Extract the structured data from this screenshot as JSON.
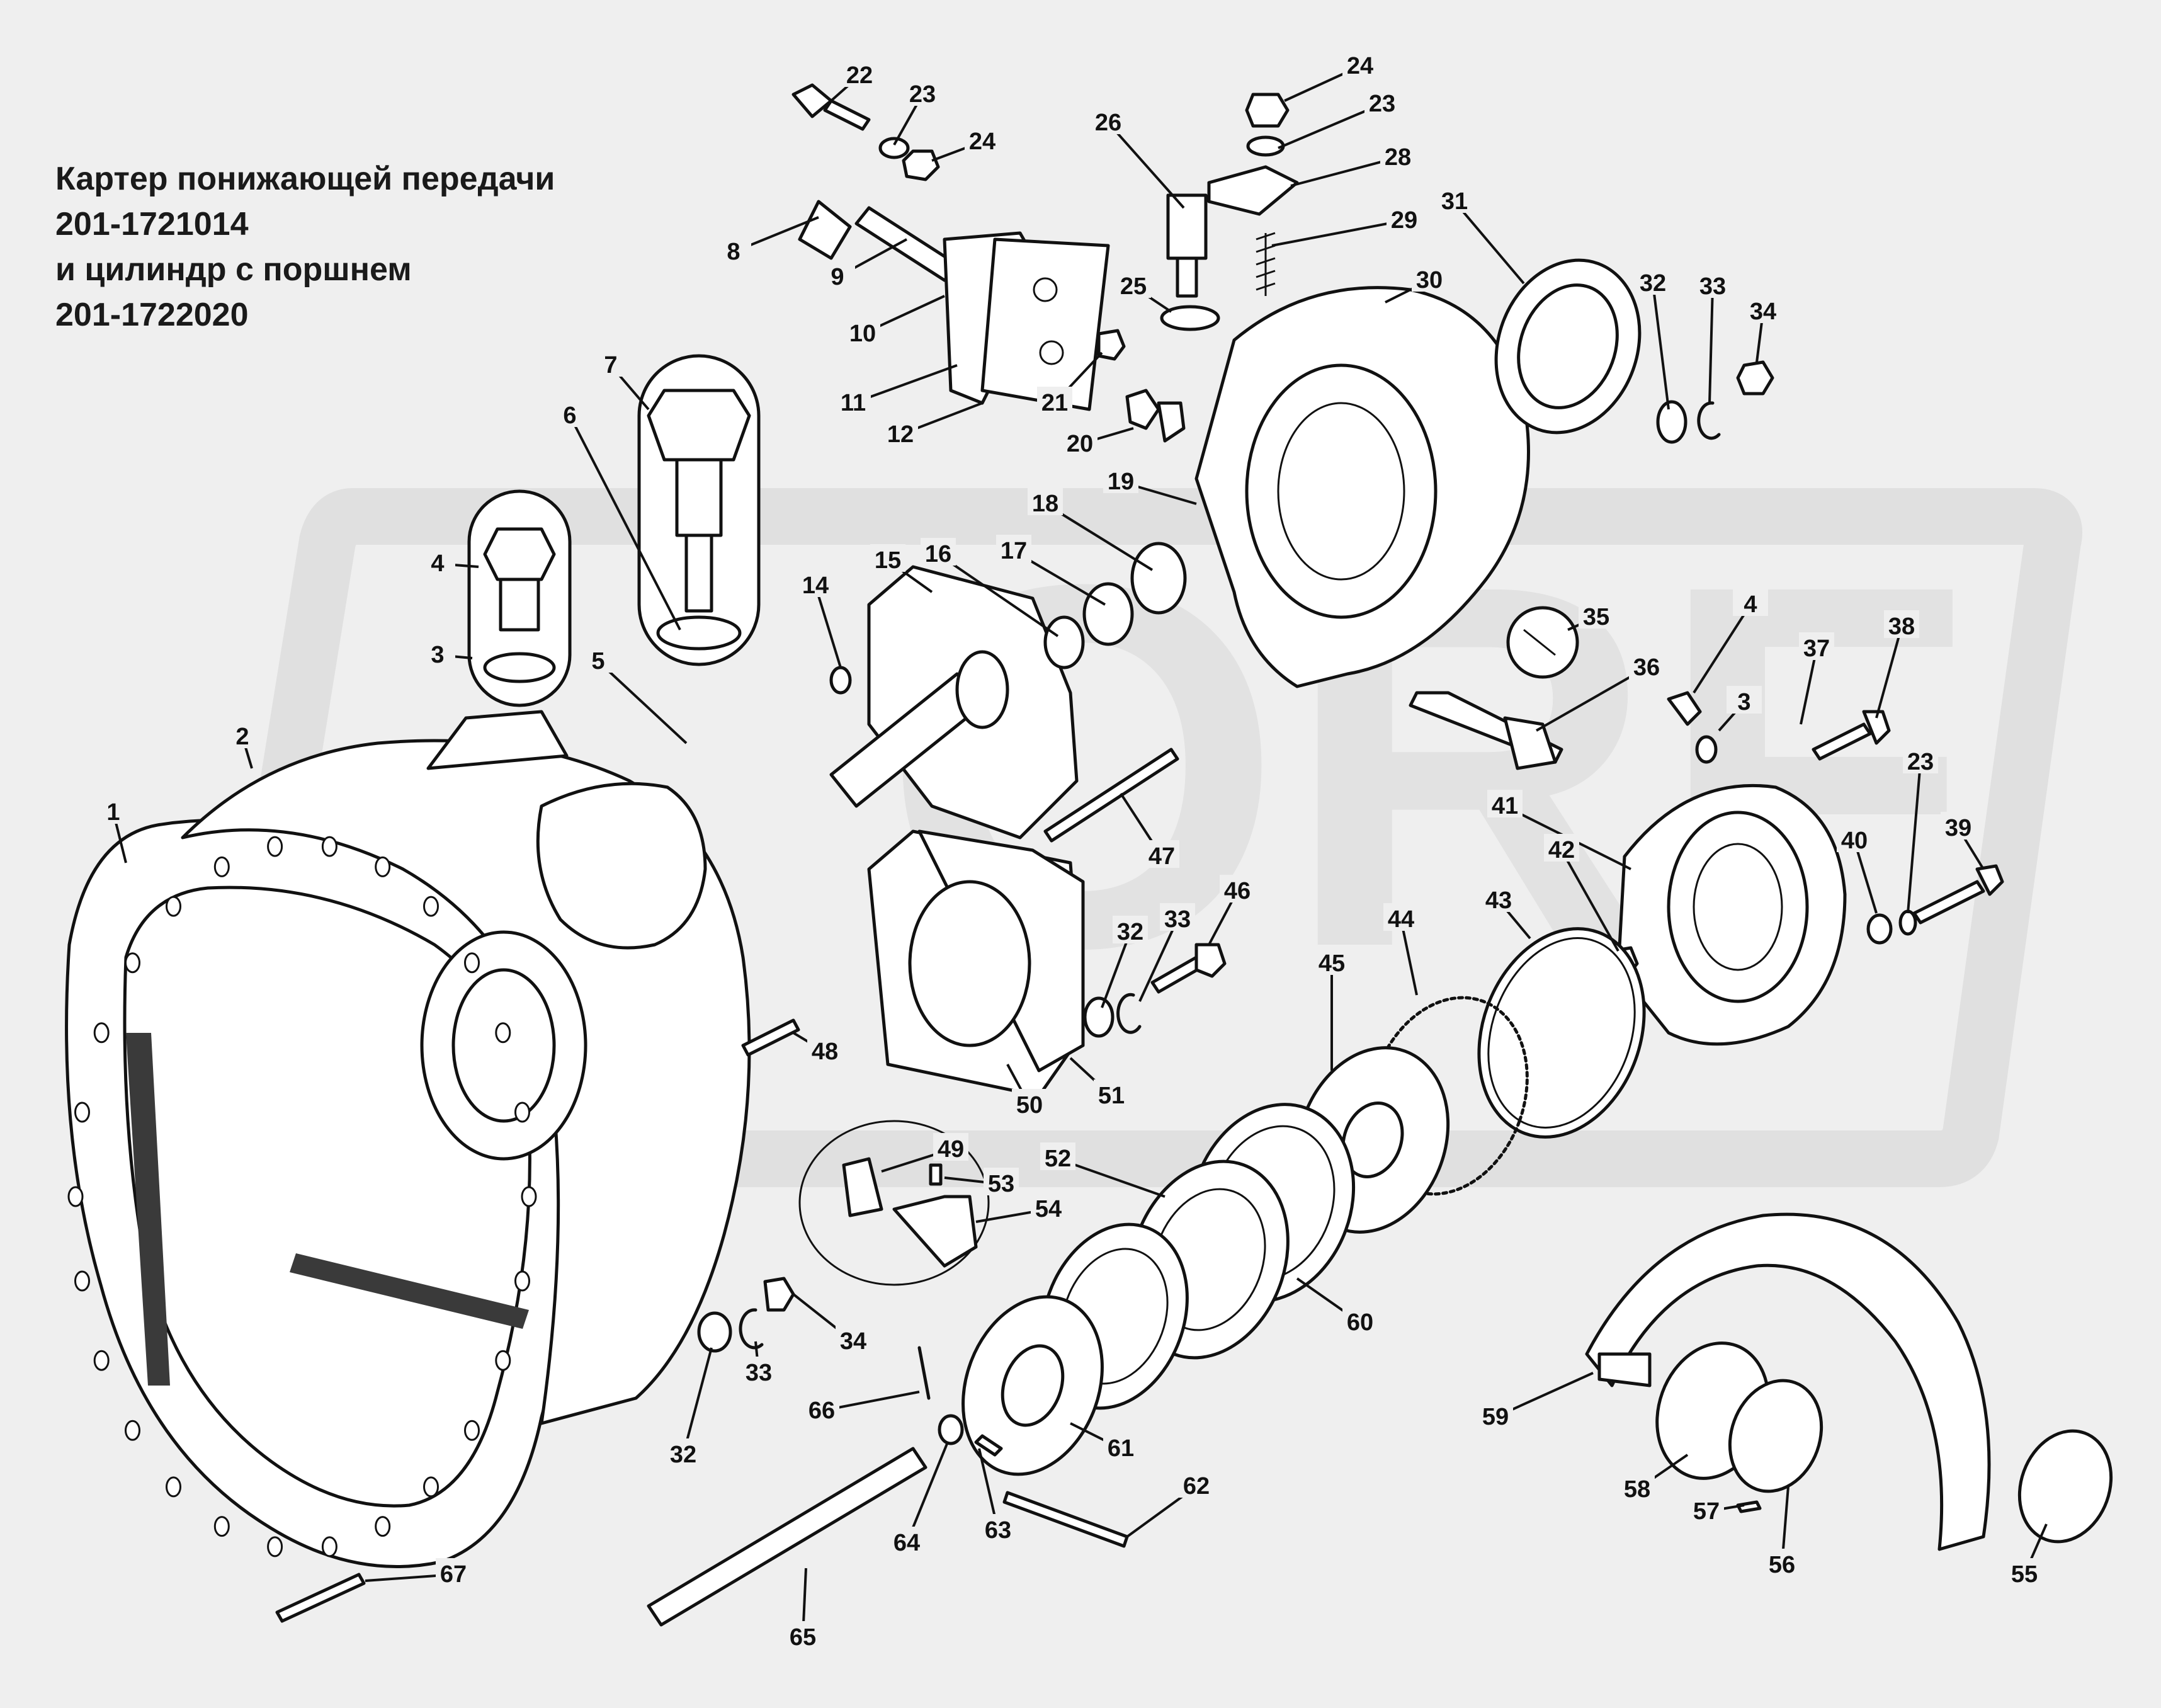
{
  "title": {
    "line1": "Картер понижающей передачи",
    "line2": "201-1721014",
    "line3": "и цилиндр с поршнем",
    "line4": "201-1722020"
  },
  "callouts": [
    {
      "id": "c1",
      "text": "1"
    },
    {
      "id": "c2",
      "text": "2"
    },
    {
      "id": "c3a",
      "text": "3"
    },
    {
      "id": "c3b",
      "text": "3"
    },
    {
      "id": "c4a",
      "text": "4"
    },
    {
      "id": "c4b",
      "text": "4"
    },
    {
      "id": "c5",
      "text": "5"
    },
    {
      "id": "c6",
      "text": "6"
    },
    {
      "id": "c7",
      "text": "7"
    },
    {
      "id": "c8",
      "text": "8"
    },
    {
      "id": "c9",
      "text": "9"
    },
    {
      "id": "c10",
      "text": "10"
    },
    {
      "id": "c11",
      "text": "11"
    },
    {
      "id": "c12",
      "text": "12"
    },
    {
      "id": "c14",
      "text": "14"
    },
    {
      "id": "c15",
      "text": "15"
    },
    {
      "id": "c16",
      "text": "16"
    },
    {
      "id": "c17",
      "text": "17"
    },
    {
      "id": "c18",
      "text": "18"
    },
    {
      "id": "c19",
      "text": "19"
    },
    {
      "id": "c20",
      "text": "20"
    },
    {
      "id": "c21",
      "text": "21"
    },
    {
      "id": "c22",
      "text": "22"
    },
    {
      "id": "c23a",
      "text": "23"
    },
    {
      "id": "c23b",
      "text": "23"
    },
    {
      "id": "c23c",
      "text": "23"
    },
    {
      "id": "c24a",
      "text": "24"
    },
    {
      "id": "c24b",
      "text": "24"
    },
    {
      "id": "c25",
      "text": "25"
    },
    {
      "id": "c26",
      "text": "26"
    },
    {
      "id": "c28",
      "text": "28"
    },
    {
      "id": "c29",
      "text": "29"
    },
    {
      "id": "c30",
      "text": "30"
    },
    {
      "id": "c31",
      "text": "31"
    },
    {
      "id": "c32a",
      "text": "32"
    },
    {
      "id": "c32b",
      "text": "32"
    },
    {
      "id": "c32c",
      "text": "32"
    },
    {
      "id": "c33a",
      "text": "33"
    },
    {
      "id": "c33b",
      "text": "33"
    },
    {
      "id": "c33c",
      "text": "33"
    },
    {
      "id": "c34a",
      "text": "34"
    },
    {
      "id": "c34b",
      "text": "34"
    },
    {
      "id": "c35",
      "text": "35"
    },
    {
      "id": "c36",
      "text": "36"
    },
    {
      "id": "c37",
      "text": "37"
    },
    {
      "id": "c38",
      "text": "38"
    },
    {
      "id": "c39",
      "text": "39"
    },
    {
      "id": "c40",
      "text": "40"
    },
    {
      "id": "c41",
      "text": "41"
    },
    {
      "id": "c42",
      "text": "42"
    },
    {
      "id": "c43",
      "text": "43"
    },
    {
      "id": "c44",
      "text": "44"
    },
    {
      "id": "c45",
      "text": "45"
    },
    {
      "id": "c46",
      "text": "46"
    },
    {
      "id": "c47",
      "text": "47"
    },
    {
      "id": "c48",
      "text": "48"
    },
    {
      "id": "c49",
      "text": "49"
    },
    {
      "id": "c50",
      "text": "50"
    },
    {
      "id": "c51",
      "text": "51"
    },
    {
      "id": "c52",
      "text": "52"
    },
    {
      "id": "c53",
      "text": "53"
    },
    {
      "id": "c54",
      "text": "54"
    },
    {
      "id": "c55",
      "text": "55"
    },
    {
      "id": "c56",
      "text": "56"
    },
    {
      "id": "c57",
      "text": "57"
    },
    {
      "id": "c58",
      "text": "58"
    },
    {
      "id": "c59",
      "text": "59"
    },
    {
      "id": "c60",
      "text": "60"
    },
    {
      "id": "c61",
      "text": "61"
    },
    {
      "id": "c62",
      "text": "62"
    },
    {
      "id": "c63",
      "text": "63"
    },
    {
      "id": "c64",
      "text": "64"
    },
    {
      "id": "c65",
      "text": "65"
    },
    {
      "id": "c66",
      "text": "66"
    },
    {
      "id": "c67",
      "text": "67"
    }
  ]
}
